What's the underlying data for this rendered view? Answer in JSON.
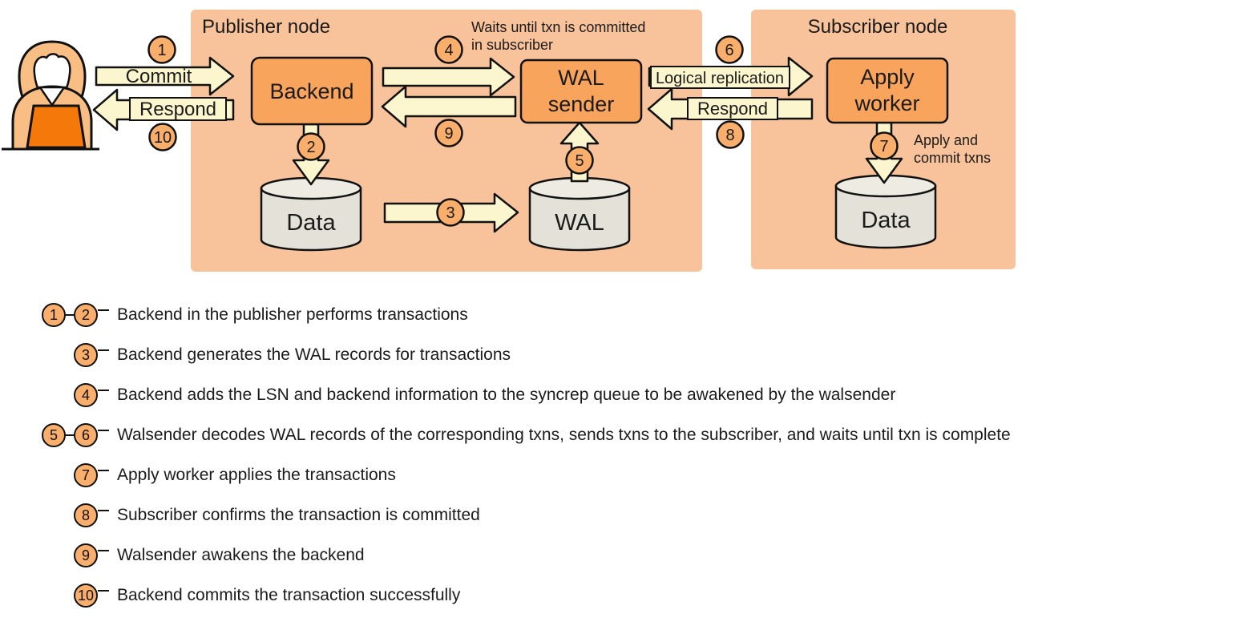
{
  "colors": {
    "panel": "#F8C29B",
    "component_box": "#F9A45C",
    "badge": "#F9AE6B",
    "arrow_fill": "#FBF6CE",
    "cylinder_body": "#E3E1D8",
    "cylinder_top": "#EDEBE2",
    "laptop": "#F5790A",
    "outline": "#111111",
    "text": "#1B1B1B"
  },
  "diagram": {
    "publisher_title": "Publisher node",
    "subscriber_title": "Subscriber node",
    "backend_label": "Backend",
    "wal_sender_line1": "WAL",
    "wal_sender_line2": "sender",
    "apply_worker_line1": "Apply",
    "apply_worker_line2": "worker",
    "publisher_data_label": "Data",
    "wal_label": "WAL",
    "subscriber_data_label": "Data",
    "commit_label": "Commit",
    "respond_user_label": "Respond",
    "logical_replication_label": "Logical replication",
    "respond_subscriber_label": "Respond",
    "waits_note_line1": "Waits until txn is committed",
    "waits_note_line2": "in subscriber",
    "apply_note_line1": "Apply and",
    "apply_note_line2": "commit txns",
    "badges": {
      "b1": "1",
      "b2": "2",
      "b3": "3",
      "b4": "4",
      "b5": "5",
      "b6": "6",
      "b7": "7",
      "b8": "8",
      "b9": "9",
      "b10": "10"
    }
  },
  "legend": {
    "items": [
      {
        "badges": [
          "1",
          "2"
        ],
        "text": "Backend in the publisher performs transactions"
      },
      {
        "badges": [
          "3"
        ],
        "text": "Backend generates the WAL records for transactions"
      },
      {
        "badges": [
          "4"
        ],
        "text": "Backend adds the LSN and backend information to the syncrep queue to be awakened by the walsender"
      },
      {
        "badges": [
          "5",
          "6"
        ],
        "text": "Walsender decodes WAL records of the corresponding txns, sends txns to the subscriber, and waits until txn is complete"
      },
      {
        "badges": [
          "7"
        ],
        "text": "Apply worker applies the transactions"
      },
      {
        "badges": [
          "8"
        ],
        "text": "Subscriber confirms the transaction is committed"
      },
      {
        "badges": [
          "9"
        ],
        "text": "Walsender awakens the backend"
      },
      {
        "badges": [
          "10"
        ],
        "text": "Backend commits the transaction successfully"
      }
    ]
  }
}
